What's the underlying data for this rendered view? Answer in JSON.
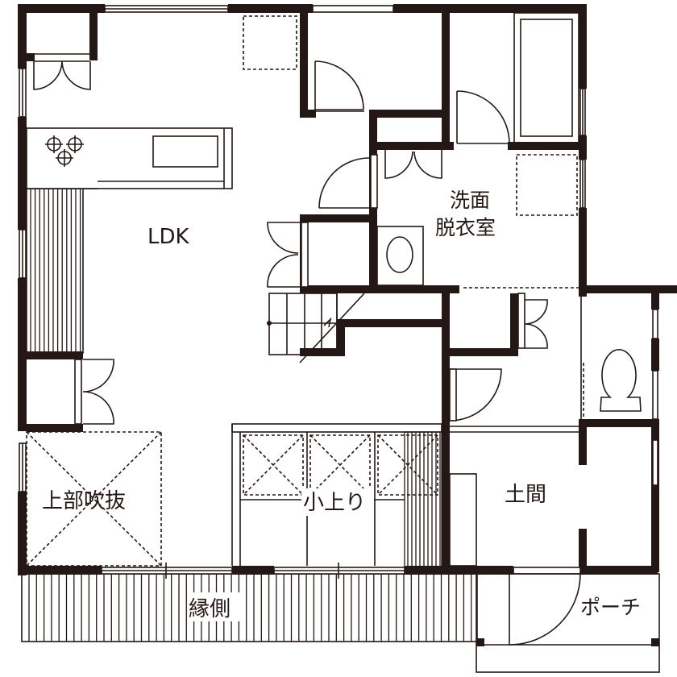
{
  "plan": {
    "title": "1F floor plan",
    "colors": {
      "ink": "#231815",
      "paper": "#ffffff"
    },
    "rooms": {
      "ldk": "LDK",
      "washroom_line1": "洗面",
      "washroom_line2": "脱衣室",
      "void": "上部吹抜",
      "koagari": "小上り",
      "doma": "土間",
      "porch": "ポーチ",
      "engawa": "縁側"
    },
    "fixtures": [
      "stove-3-burner",
      "kitchen-sink",
      "bathtub",
      "washbasin",
      "toilet",
      "stairs",
      "washing-machine-space",
      "fridge-space"
    ]
  }
}
